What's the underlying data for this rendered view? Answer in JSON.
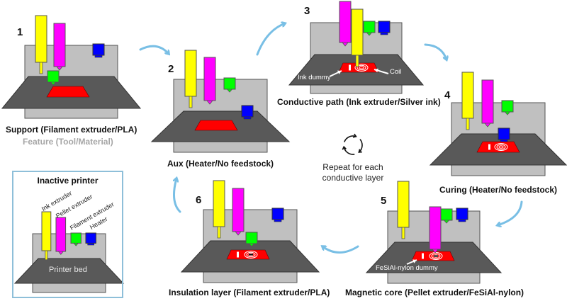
{
  "colors": {
    "arrow": "#79bfe5",
    "backplate": "#c0c0c0",
    "bed": "#595959",
    "part": "#ff0000",
    "ink_extruder": "#ffff00",
    "pellet_extruder": "#ff00ff",
    "filament_extruder": "#00ff00",
    "heater": "#0000ff",
    "legend_border": "#8ebfd9"
  },
  "steps": [
    {
      "number": "1",
      "label": "Support (Filament extruder/PLA)",
      "sublabel": "Feature (Tool/Material)",
      "active_tool": "filament_extruder"
    },
    {
      "number": "2",
      "label": "Aux (Heater/No feedstock)",
      "active_tool": "heater"
    },
    {
      "number": "3",
      "label": "Conductive path (Ink extruder/Silver ink)",
      "active_tool": "ink_extruder",
      "annotations": [
        "Ink dummy",
        "Coil"
      ]
    },
    {
      "number": "4",
      "label": "Curing (Heater/No feedstock)",
      "active_tool": "heater"
    },
    {
      "number": "5",
      "label": "Magnetic core (Pellet extruder/FeSiAl-nylon)",
      "active_tool": "pellet_extruder",
      "annotations": [
        "FeSiAl-nylon dummy"
      ]
    },
    {
      "number": "6",
      "label": "Insulation layer (Filament extruder/PLA)",
      "active_tool": "filament_extruder"
    }
  ],
  "repeat": {
    "icon": "cycle-arrows-icon",
    "line1": "Repeat for each",
    "line2": "conductive layer"
  },
  "legend": {
    "title": "Inactive printer",
    "tools": [
      "Ink extruder",
      "Pellet extruder",
      "Filament extruder",
      "Heater"
    ],
    "bed_label": "Printer bed"
  }
}
